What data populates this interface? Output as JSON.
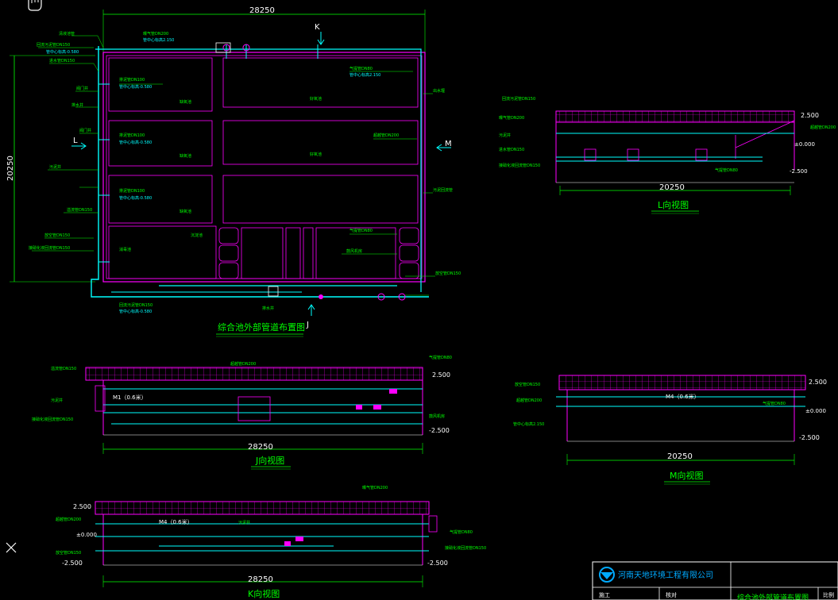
{
  "drawing": {
    "dimensions": {
      "plan_width": "28250",
      "plan_height": "20250",
      "view_l_width": "20250",
      "view_j_width": "28250",
      "view_m_width": "20250",
      "view_k_width": "28250"
    },
    "view_markers": {
      "k": "K",
      "l": "L",
      "m": "M",
      "j": "J"
    },
    "titles": {
      "plan": "综合池外部管道布置图",
      "view_l": "L向视图",
      "view_j": "J向视图",
      "view_m": "M向视图",
      "view_k": "K向视图"
    },
    "elevations": {
      "top": "2.500",
      "bottom": "-2.500",
      "zero": "±0.000"
    },
    "plan_labels": [
      "清液池管",
      "回流污泥管DN150",
      "污泥井",
      "排泥管DN100",
      "管中心标高-0.580",
      "进水管DN150",
      "阀门井",
      "鼓风机房",
      "气提管DN80",
      "曝气管DN200",
      "放空管DN150",
      "管中心标高2.150",
      "排水井",
      "溢流管DN150",
      "超越管DN200",
      "接硝化液回流管DN150",
      "出水堰",
      "污泥回流管",
      "缺氧池",
      "好氧池",
      "沉淀池",
      "消毒池"
    ],
    "mark_labels": {
      "m1": "M1（0.6米）",
      "m4": "M4（0.6米）"
    },
    "title_block": {
      "company": "河南天地环境工程有限公司",
      "cell_1": "施工",
      "cell_2": "核对",
      "cell_3": "比例",
      "drawing_name": "综合池外部管道布置图"
    },
    "colors": {
      "background": "#000000",
      "structure": "#ff00ff",
      "pipes": "#00ffff",
      "dimensions": "#00ff00",
      "text": "#ffffff"
    }
  }
}
